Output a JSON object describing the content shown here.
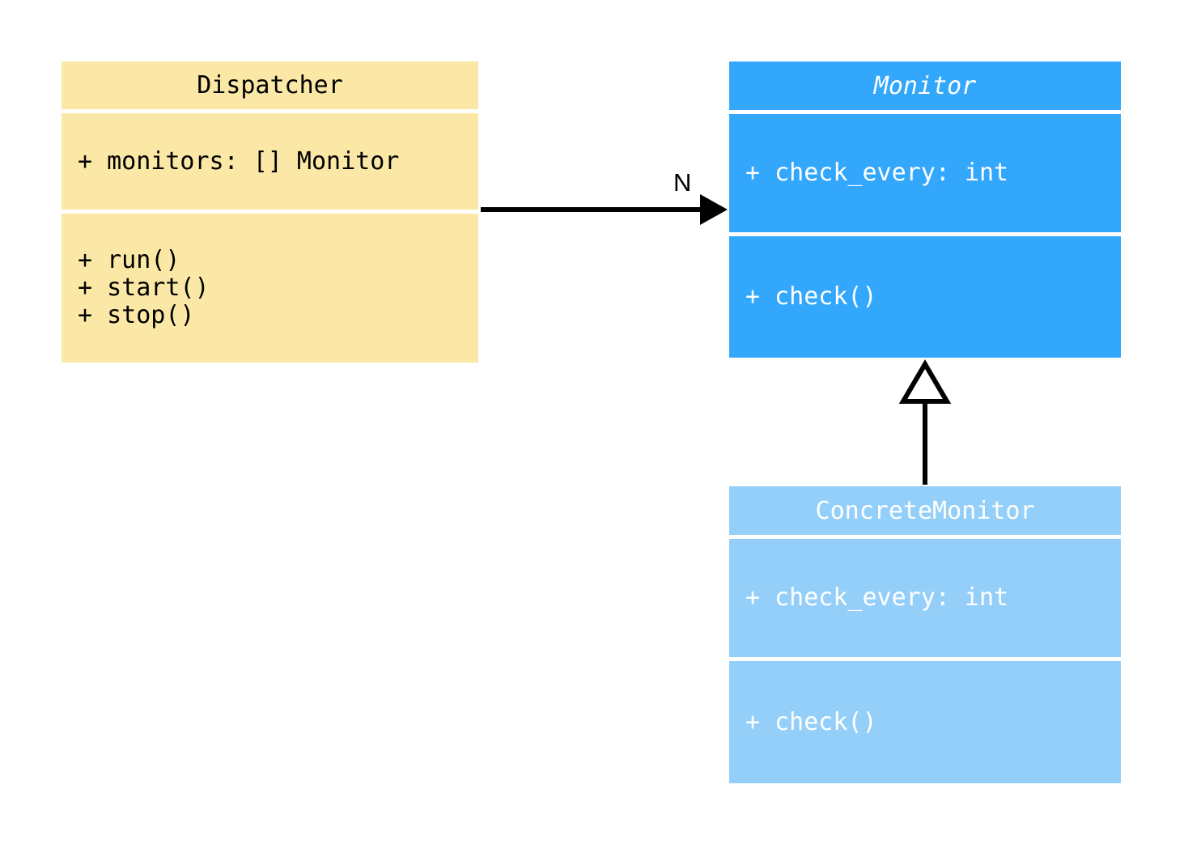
{
  "diagram": {
    "type": "uml-class-diagram",
    "background": "#ffffff",
    "classes": [
      {
        "id": "dispatcher",
        "name": "Dispatcher",
        "abstract": false,
        "fill": "#fbe8a6",
        "text_color": "#000000",
        "attributes": [
          "+ monitors: [] Monitor"
        ],
        "methods": [
          "+ run()",
          "+ start()",
          "+ stop()"
        ]
      },
      {
        "id": "monitor",
        "name": "Monitor",
        "abstract": true,
        "fill": "#33a7fc",
        "text_color": "#ffffff",
        "attributes": [
          "+ check_every: int"
        ],
        "methods": [
          "+ check()"
        ]
      },
      {
        "id": "concrete_monitor",
        "name": "ConcreteMonitor",
        "abstract": false,
        "fill": "#94cffa",
        "text_color": "#ffffff",
        "attributes": [
          "+ check_every: int"
        ],
        "methods": [
          "+ check()"
        ]
      }
    ],
    "relationships": [
      {
        "id": "dispatcher-to-monitor",
        "kind": "association",
        "from": "Dispatcher",
        "to": "Monitor",
        "label": "N",
        "arrowhead": "solid-triangle",
        "line_color": "#000000"
      },
      {
        "id": "concrete-to-monitor",
        "kind": "generalization",
        "from": "ConcreteMonitor",
        "to": "Monitor",
        "label": "",
        "arrowhead": "hollow-triangle",
        "line_color": "#000000"
      }
    ]
  }
}
